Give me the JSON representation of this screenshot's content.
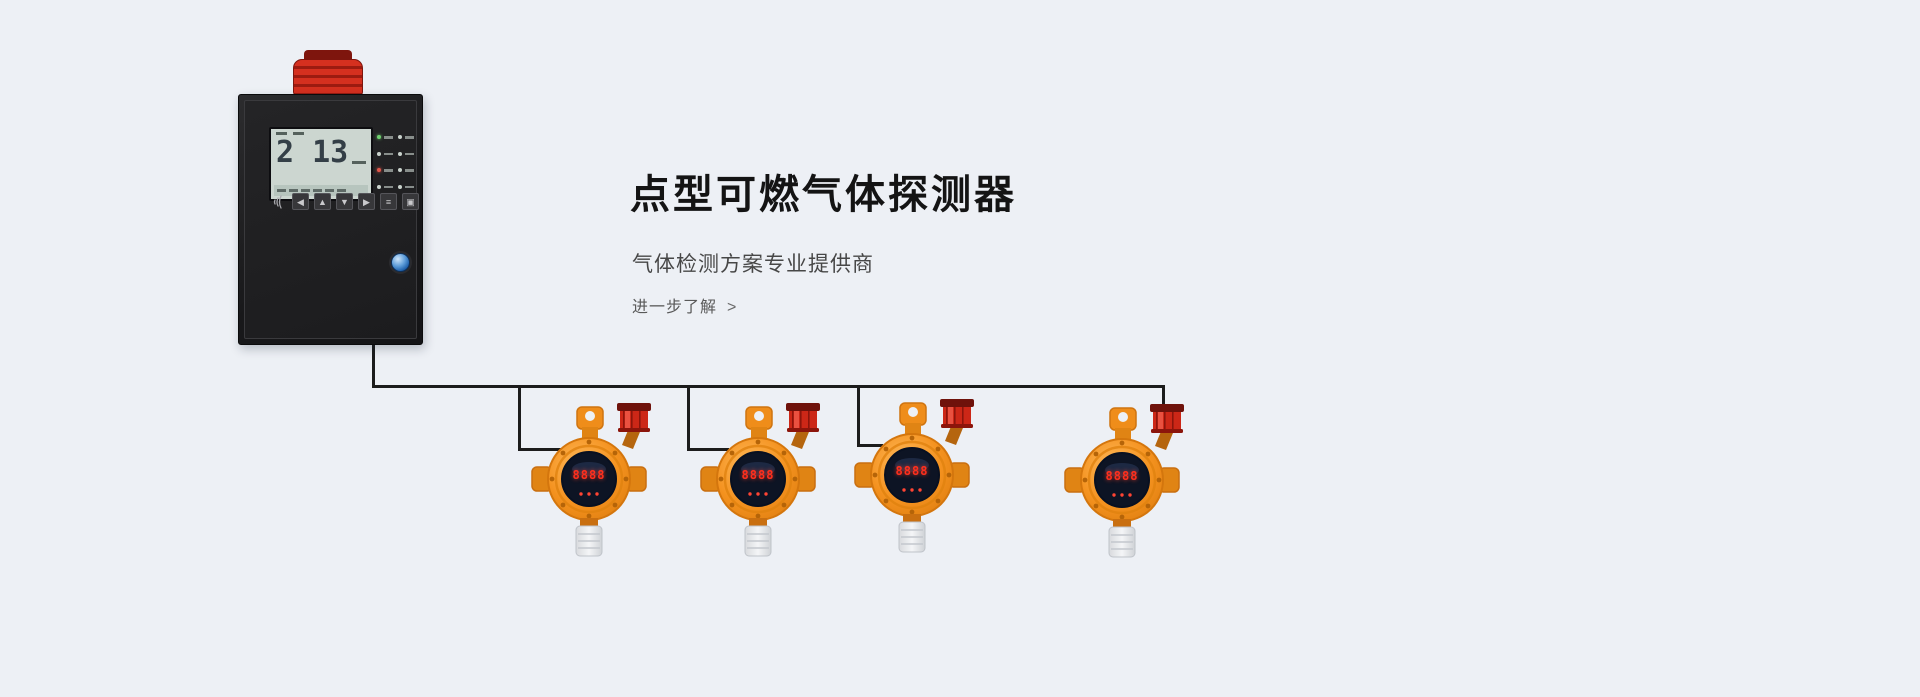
{
  "page": {
    "bg": "#edf0f5"
  },
  "hero": {
    "title": "点型可燃气体探测器",
    "subtitle": "气体检测方案专业提供商",
    "cta_label": "进一步了解",
    "cta_arrow": ">"
  },
  "controller": {
    "lcd": {
      "left_value": "2",
      "right_value": "13"
    },
    "buttons": [
      {
        "name": "left",
        "glyph": "◀"
      },
      {
        "name": "up",
        "glyph": "▲"
      },
      {
        "name": "down",
        "glyph": "▼"
      },
      {
        "name": "right",
        "glyph": "▶"
      },
      {
        "name": "menu",
        "glyph": "≡"
      },
      {
        "name": "enter",
        "glyph": "▣"
      }
    ]
  },
  "detectors": [
    {
      "display": "8888"
    },
    {
      "display": "8888"
    },
    {
      "display": "8888"
    },
    {
      "display": "8888"
    }
  ],
  "colors": {
    "background": "#edf0f5",
    "detector_orange": "#f4921f",
    "alarm_red": "#cc2717",
    "led_red": "#ff2f1d",
    "cabinet_black": "#1c1c1e",
    "lcd_green": "#ccd6d0"
  }
}
